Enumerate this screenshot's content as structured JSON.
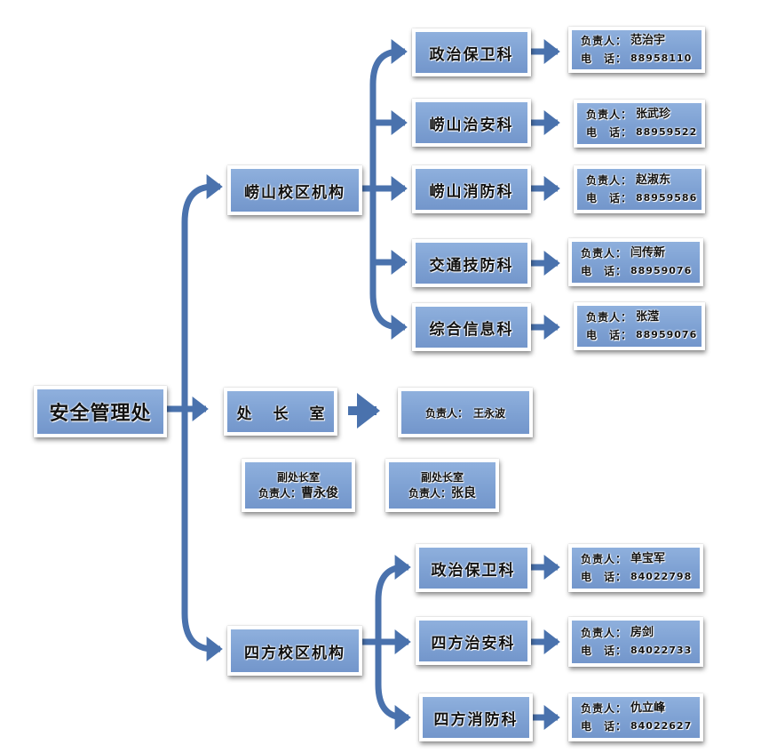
{
  "colors": {
    "box_fill": "#7ea1d3",
    "box_border": "#ffffff",
    "connector": "#4a72ad",
    "text": "#111111"
  },
  "labels": {
    "leader": "负责人：",
    "phone": "电　话："
  },
  "root": {
    "title": "安全管理处"
  },
  "branches": [
    {
      "title": "崂山校区机构",
      "departments": [
        {
          "title": "政治保卫科",
          "leader": "范治宇",
          "phone": "88958110"
        },
        {
          "title": "崂山治安科",
          "leader": "张武珍",
          "phone": "88959522"
        },
        {
          "title": "崂山消防科",
          "leader": "赵淑东",
          "phone": "88959586"
        },
        {
          "title": "交通技防科",
          "leader": "闫传新",
          "phone": "88959076"
        },
        {
          "title": "综合信息科",
          "leader": "张滢",
          "phone": "88959076"
        }
      ]
    },
    {
      "title_chars": [
        "处",
        "长",
        "室"
      ],
      "leader": "王永波",
      "deputies": [
        {
          "title": "副处长室",
          "leader": "曹永俊"
        },
        {
          "title": "副处长室",
          "leader": "张良"
        }
      ]
    },
    {
      "title": "四方校区机构",
      "departments": [
        {
          "title": "政治保卫科",
          "leader": "单宝军",
          "phone": "84022798"
        },
        {
          "title": "四方治安科",
          "leader": "房剑",
          "phone": "84022733"
        },
        {
          "title": "四方消防科",
          "leader": "仇立峰",
          "phone": "84022627"
        }
      ]
    }
  ]
}
